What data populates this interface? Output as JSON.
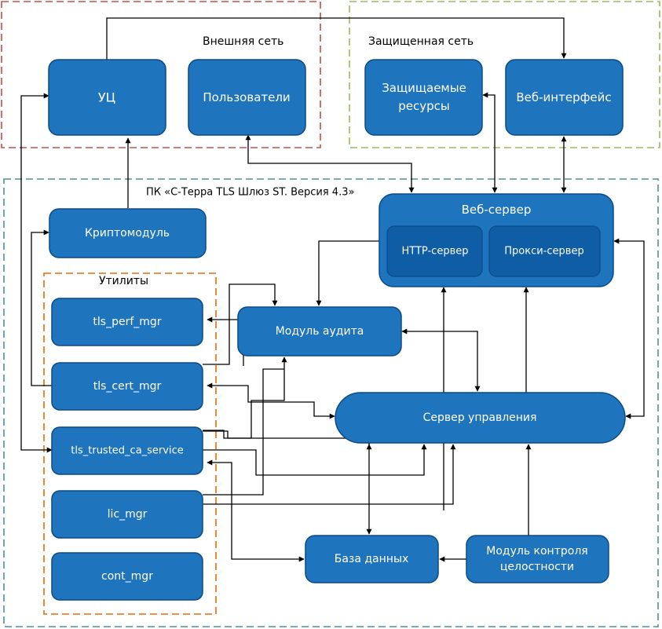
{
  "regions": {
    "external_network": "Внешняя сеть",
    "protected_network": "Защищенная сеть",
    "product": "ПК «С-Терра TLS Шлюз ST. Версия 4.3»",
    "utilities": "Утилиты"
  },
  "nodes": {
    "ca": "УЦ",
    "users": "Пользователи",
    "protected_resources": [
      "Защищаемые",
      "ресурсы"
    ],
    "web_interface": "Веб-интерфейс",
    "web_server": "Веб-сервер",
    "http_server": "HTTP-сервер",
    "proxy_server": "Прокси-сервер",
    "crypto_module": "Криптомодуль",
    "audit_module": "Модуль аудита",
    "management_server": "Сервер управления",
    "database": "База данных",
    "integrity_module": [
      "Модуль контроля",
      "целостности"
    ],
    "tls_perf_mgr": "tls_perf_mgr",
    "tls_cert_mgr": "tls_cert_mgr",
    "tls_trusted_ca_service": "tls_trusted_ca_service",
    "lic_mgr": "lic_mgr",
    "cont_mgr": "cont_mgr"
  },
  "colors": {
    "box_fill": "#1f74be",
    "box_dark": "#0e5da5",
    "box_stroke": "#0b4a87",
    "external_border": "#c0504d",
    "protected_border": "#9bbb59",
    "product_border": "#4f8f9a",
    "utilities_border": "#e46c0a"
  }
}
